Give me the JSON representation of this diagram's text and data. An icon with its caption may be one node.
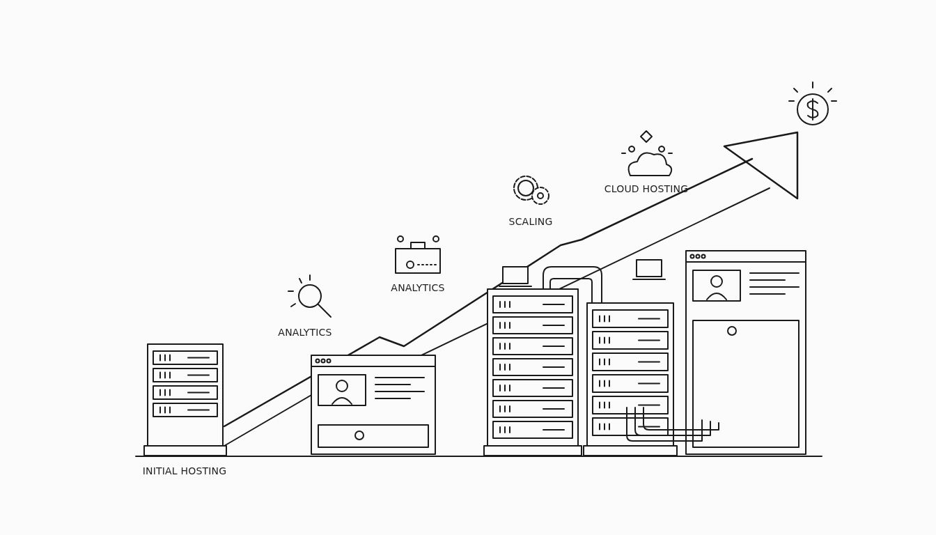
{
  "diagram": {
    "labels": [
      "CLOUD HOSTING",
      "SCALING",
      "ANALYTICS",
      "ANALYTICS",
      "INITIAL HOSTING"
    ]
  }
}
